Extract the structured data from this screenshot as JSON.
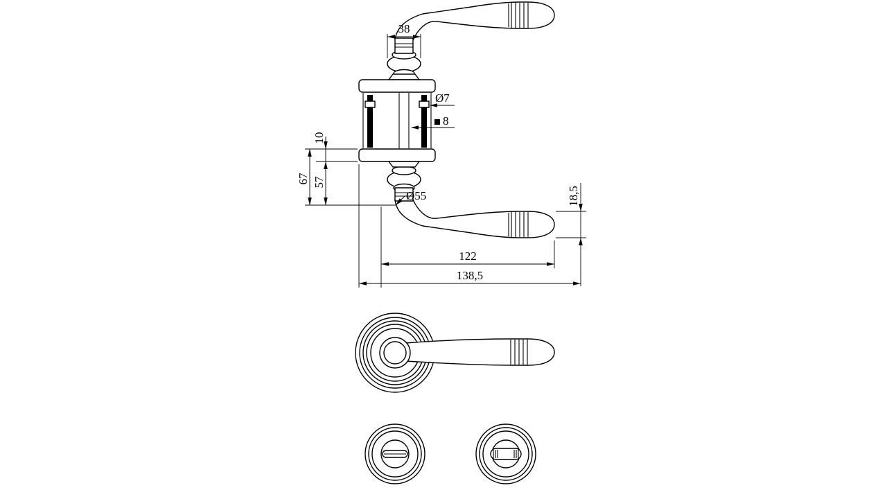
{
  "page": {
    "background_color": "#ffffff",
    "line_color": "#000000"
  },
  "drawing": {
    "dims": {
      "neck_width": "38",
      "screw_diameter": "Ø7",
      "spindle_size": "8",
      "rose_thickness": "10",
      "total_depth": "67",
      "handle_depth": "57",
      "rose_diameter": "Ø55",
      "grip_height": "18,5",
      "lever_length": "122",
      "total_length": "138,5"
    }
  }
}
